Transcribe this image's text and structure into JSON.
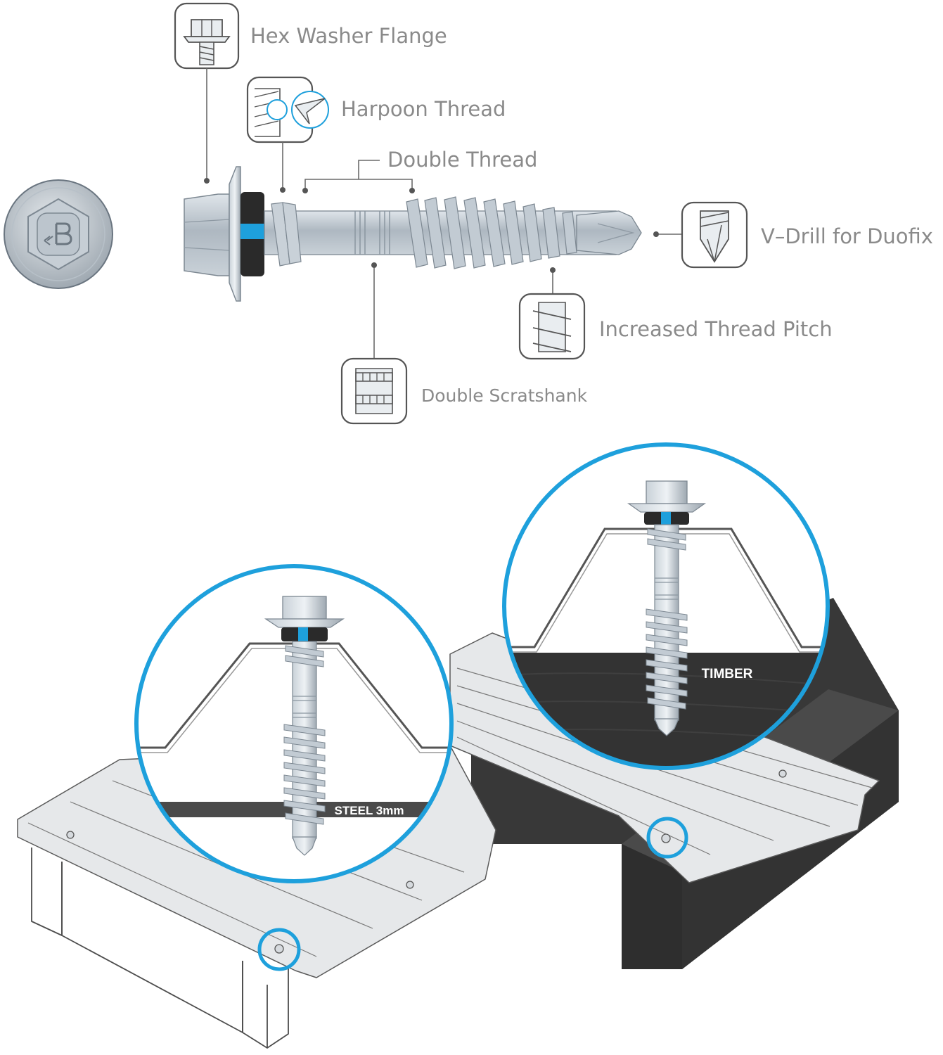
{
  "callouts": {
    "hex_washer_flange": "Hex Washer Flange",
    "harpoon_thread": "Harpoon Thread",
    "double_thread": "Double Thread",
    "v_drill": "V–Drill for Duofix",
    "increased_thread_pitch": "Increased Thread Pitch",
    "double_scratshank": "Double Scratshank"
  },
  "materials": {
    "steel": "STEEL 3mm",
    "timber": "TIMBER"
  },
  "colors": {
    "accent_blue": "#1ea0dc",
    "steel_gray": "#b9c3cc",
    "washer_black": "#2a2a2a",
    "timber_dark": "#3a3a3a",
    "label_gray": "#8a8a8a"
  },
  "icons": {
    "head_top_view": "hex-head-top-view-icon",
    "flange": "hex-flange-icon",
    "harpoon": "harpoon-thread-icon",
    "drill": "v-drill-icon",
    "pitch": "thread-pitch-icon",
    "scratshank": "scratshank-icon"
  }
}
